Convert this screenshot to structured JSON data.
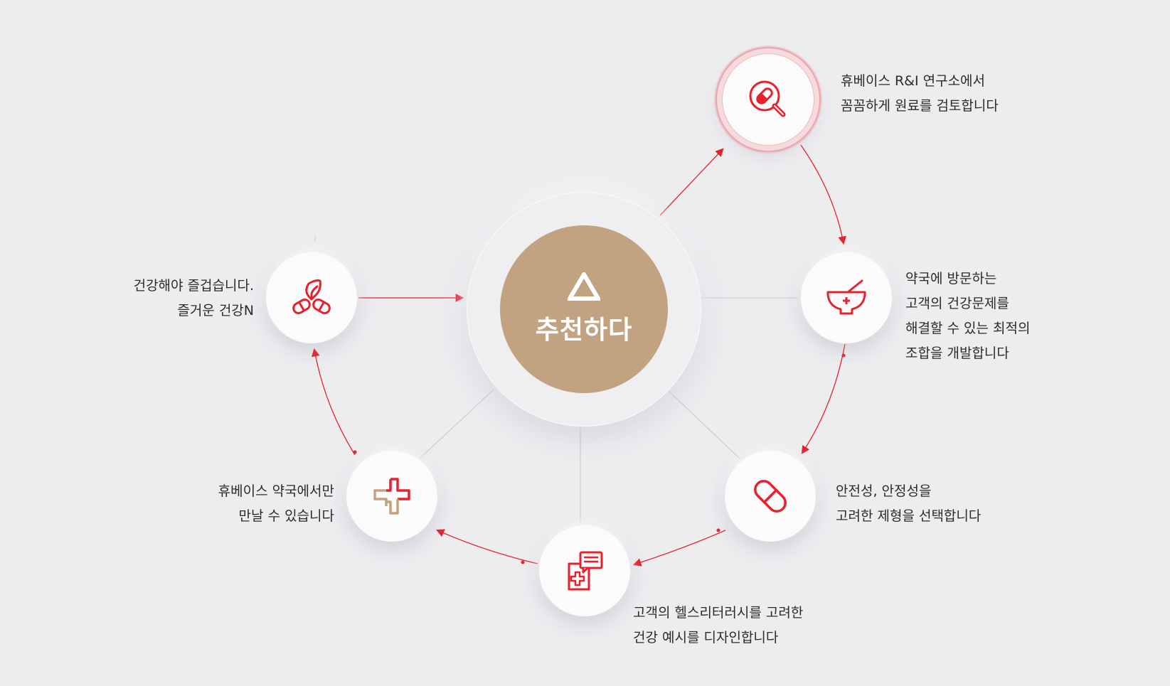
{
  "center": {
    "title": "추천하다",
    "logo": "triangle-logo-icon"
  },
  "steps": [
    {
      "icon": "magnifier-pill-icon",
      "lines": [
        "휴베이스 R&I 연구소에서",
        "꼼꼼하게 원료를 검토합니다"
      ]
    },
    {
      "icon": "mortar-pestle-icon",
      "lines": [
        "약국에 방문하는",
        "고객의 건강문제를",
        "해결할 수 있는 최적의",
        "조합을 개발합니다"
      ]
    },
    {
      "icon": "capsule-icon",
      "lines": [
        "안전성, 안정성을",
        "고려한 제형을 선택합니다"
      ]
    },
    {
      "icon": "health-document-icon",
      "lines": [
        "고객의 헬스리터러시를 고려한",
        "건강 예시를 디자인합니다"
      ]
    },
    {
      "icon": "pharmacy-cross-icon",
      "lines": [
        "휴베이스 약국에서만",
        "만날 수 있습니다"
      ]
    },
    {
      "icon": "leaf-pills-icon",
      "lines": [
        "건강해야 즐겁습니다.",
        "즐거운 건강N"
      ]
    }
  ],
  "colors": {
    "accent": "#e5222e",
    "center": "#c1a381",
    "gold": "#c2a37f",
    "background": "#ededf0"
  }
}
